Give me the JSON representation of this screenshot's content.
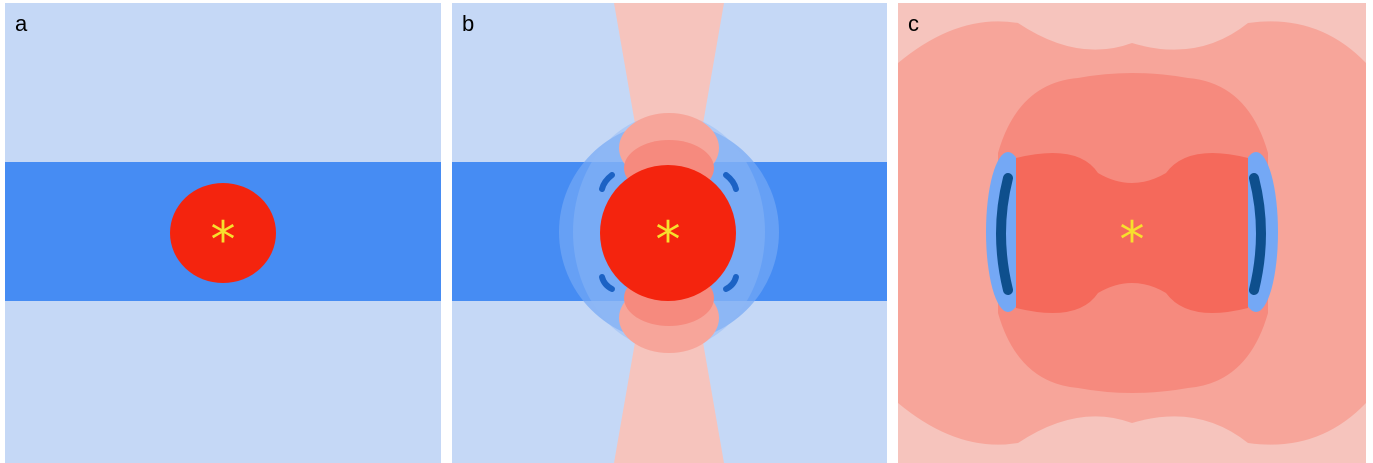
{
  "figure": {
    "panels": [
      {
        "label": "a"
      },
      {
        "label": "b"
      },
      {
        "label": "c"
      }
    ],
    "source_marker": "*",
    "colors": {
      "background": "#c5d8f6",
      "band": "#468cf3",
      "band_light": "#74a8f5",
      "dark_arc": "#0e4f8d",
      "dark_arc_mid": "#1c62c4",
      "source_red": "#f4240e",
      "red_1": "#f5695b",
      "red_2": "#f68a7e",
      "red_3": "#f7a59a",
      "red_4": "#f6c4bd",
      "star": "#f7e02d"
    }
  }
}
